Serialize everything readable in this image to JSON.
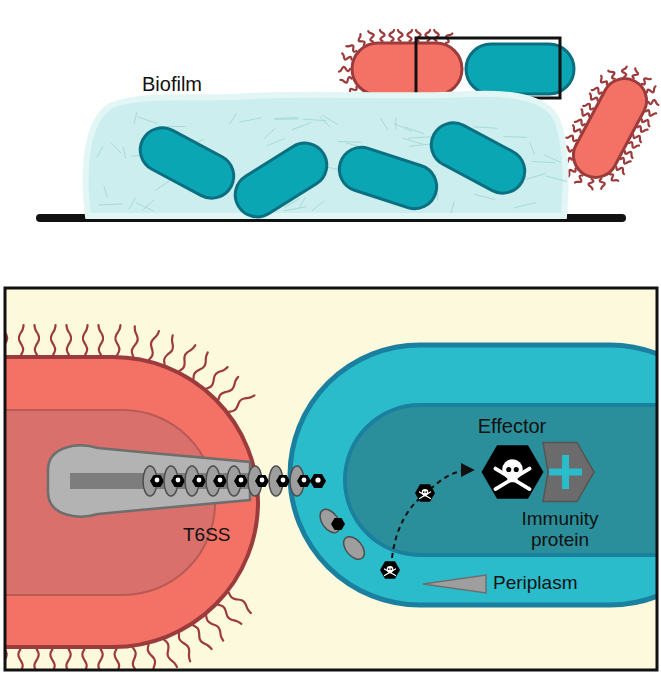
{
  "diagram": {
    "nodes": [
      {
        "text": [
          "Biofilm"
        ]
      },
      {
        "text": [
          "Effector"
        ]
      },
      {
        "text": [
          "Immunity protein"
        ]
      }
    ],
    "labels": [
      "T6SS",
      "Periplasm"
    ]
  }
}
